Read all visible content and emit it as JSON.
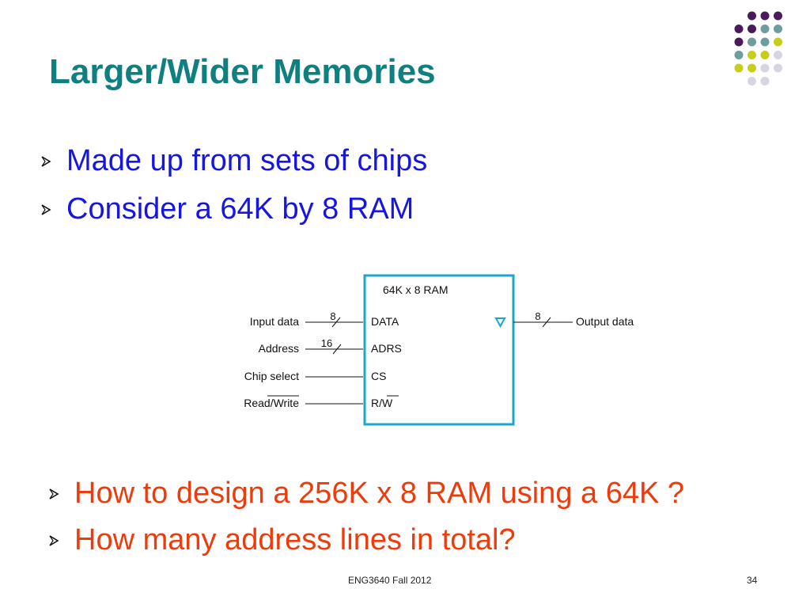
{
  "slide": {
    "title": "Larger/Wider Memories",
    "bullets_top": [
      "Made up from sets of chips",
      "Consider a 64K by 8 RAM"
    ],
    "bullets_bottom": [
      "How to design a 256K x 8 RAM using a 64K ?",
      "How many address lines in total?"
    ],
    "footer_center": "ENG3640 Fall 2012",
    "page_number": "34"
  },
  "diagram": {
    "chip_title": "64K x 8 RAM",
    "inputs": [
      {
        "label": "Input data",
        "port": "DATA",
        "width": "8"
      },
      {
        "label": "Address",
        "port": "ADRS",
        "width": "16"
      },
      {
        "label": "Chip select",
        "port": "CS",
        "width": ""
      },
      {
        "label_plain": "Read/",
        "label_over": "Write",
        "port_plain": "R/",
        "port_over": "W",
        "width": ""
      }
    ],
    "output": {
      "label": "Output data",
      "width": "8"
    }
  },
  "colors": {
    "title": "#0f7f80",
    "bullets_top": "#1616e0",
    "bullets_bottom": "#ee3b0c",
    "chip_border": "#1aa7c9",
    "dot_purple": "#4a1a5c",
    "dot_teal": "#6f9c9c",
    "dot_yellow": "#c8cc1a",
    "dot_lavender": "#d8d4e6"
  }
}
